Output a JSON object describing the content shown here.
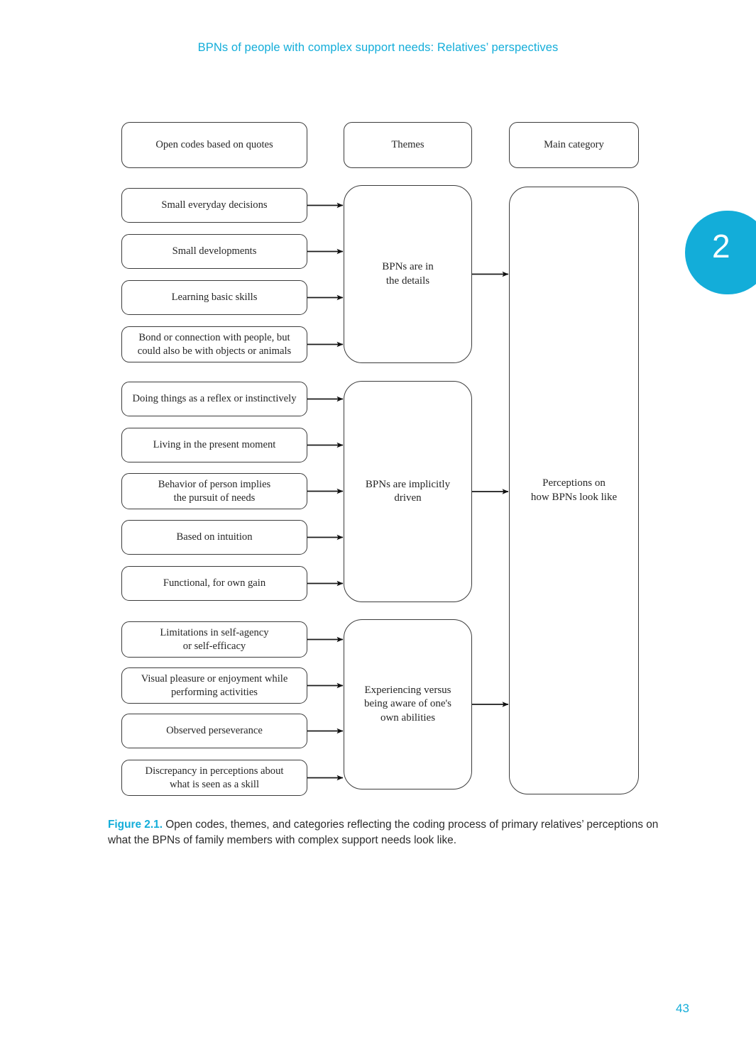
{
  "page": {
    "running_head": "BPNs of people with complex support needs: Relatives’ perspectives",
    "folio": "43",
    "chapter_tab_number": "2",
    "accent_color": "#13ADD9",
    "box_border_color": "#3b3b3b",
    "text_color": "#262626"
  },
  "figure": {
    "column_headers": [
      {
        "label": "Open codes based on quotes",
        "name": "open-codes-header"
      },
      {
        "label": "Themes",
        "name": "themes-header"
      },
      {
        "label": "Main category",
        "name": "main-category-header"
      }
    ],
    "groups": [
      {
        "theme": "BPNs are in\nthe details",
        "theme_label": "BPNs are in the details",
        "open_codes": [
          "Small everyday decisions",
          "Small developments",
          "Learning basic skills",
          "Bond or connection with people, but\ncould also be with objects or animals"
        ]
      },
      {
        "theme": "BPNs are implicitly\ndriven",
        "theme_label": "BPNs are implicitly driven",
        "open_codes": [
          "Doing things as a reflex or instinctively",
          "Living in the present moment",
          "Behavior of person implies\nthe pursuit of needs",
          "Based on intuition",
          "Functional, for own gain"
        ]
      },
      {
        "theme": "Experiencing versus\nbeing aware of one's\nown abilities",
        "theme_label": "Experiencing versus being aware of one's own abilities",
        "open_codes": [
          "Limitations in self-agency\nor self-efficacy",
          "Visual pleasure or enjoyment while\nperforming activities",
          "Observed perseverance",
          "Discrepancy in perceptions about\nwhat is seen as a skill"
        ]
      }
    ],
    "main_category": "Perceptions on\nhow BPNs look like"
  },
  "caption": {
    "label": "Figure 2.1.",
    "text": " Open codes, themes, and categories reflecting the coding process of primary relatives’ perceptions on what the BPNs of family members with complex support needs look like."
  }
}
